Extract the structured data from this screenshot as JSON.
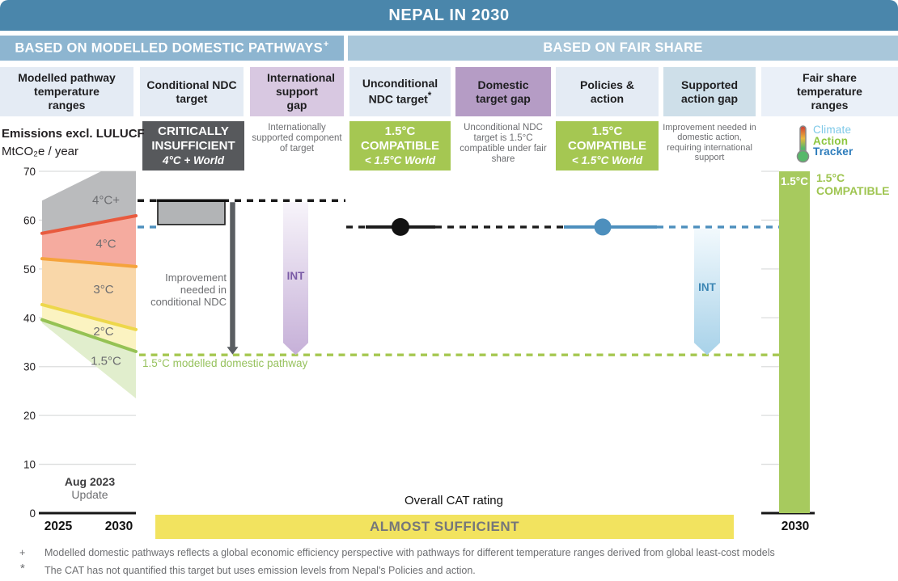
{
  "title": "NEPAL IN 2030",
  "sections": {
    "left": "BASED ON MODELLED DOMESTIC PATHWAYS",
    "left_sup": "+",
    "right": "BASED ON FAIR SHARE"
  },
  "columns": [
    {
      "label": "Modelled pathway temperature ranges"
    },
    {
      "label": "Conditional NDC target"
    },
    {
      "label": "International support gap"
    },
    {
      "label": "Unconditional NDC target",
      "sup": "*"
    },
    {
      "label": "Domestic target gap"
    },
    {
      "label": "Policies & action"
    },
    {
      "label": "Supported action gap"
    },
    {
      "label": "Fair share temperature ranges"
    }
  ],
  "ratings": {
    "conditional_ndc": {
      "rating": "CRITICALLY INSUFFICIENT",
      "world": "4°C + World"
    },
    "international_support_gap_note": "Internationally supported component of target",
    "unconditional_ndc": {
      "rating": "1.5°C COMPATIBLE",
      "world": "< 1.5°C World"
    },
    "domestic_target_gap_note": "Unconditional NDC target is 1.5°C compatible under fair share",
    "policies_action": {
      "rating": "1.5°C COMPATIBLE",
      "world": "< 1.5°C World"
    },
    "supported_action_gap_note": "Improvement needed in domestic action, requiring international support"
  },
  "colors": {
    "critically_insufficient": "#57595c",
    "compatible_15C": "#a5c752",
    "almost_sufficient_bar": "#f2e35f",
    "header_blue": "#4a86ab"
  },
  "axis": {
    "emissions_label": "Emissions excl. LULUCF",
    "unit": "MtCO₂e / year",
    "x_left_start": "2025",
    "x_left_end": "2030",
    "x_right": "2030",
    "update_line1": "Aug 2023",
    "update_line2": "Update"
  },
  "overall": {
    "label": "Overall CAT rating",
    "rating": "ALMOST SUFFICIENT"
  },
  "logo": {
    "line1": "Climate",
    "line2": "Action",
    "line3": "Tracker"
  },
  "footnotes": [
    {
      "symbol": "+",
      "text": "Modelled domestic pathways reflects a global economic efficiency perspective with pathways for different temperature ranges derived from global least-cost models"
    },
    {
      "symbol": "*",
      "text": "The CAT has not quantified this target but uses emission levels from Nepal's Policies and action."
    }
  ],
  "chart_data": {
    "type": "area",
    "title": "Nepal in 2030 — emissions levels and targets",
    "ylabel": "MtCO₂e / year",
    "ylim": [
      0,
      70
    ],
    "yticks": [
      0,
      10,
      20,
      30,
      40,
      50,
      60,
      70
    ],
    "x_range_years": [
      "2025",
      "2030"
    ],
    "bands": [
      {
        "label": "4°C+",
        "fill": "#babbbd",
        "points_tv": [
          [
            0,
            64
          ],
          [
            0.63,
            70
          ],
          [
            1,
            70
          ],
          [
            1,
            60.9
          ],
          [
            0,
            57.3
          ]
        ]
      },
      {
        "label": "4°C",
        "fill": "#f5ab9f",
        "line_color": "#e85a3e",
        "points_tv": [
          [
            0,
            57.3
          ],
          [
            1,
            60.9
          ],
          [
            1,
            50.5
          ],
          [
            0,
            52.1
          ]
        ]
      },
      {
        "label": "3°C",
        "fill": "#f9d7a9",
        "line_color": "#f5a33c",
        "points_tv": [
          [
            0,
            52.1
          ],
          [
            1,
            50.5
          ],
          [
            1,
            37.6
          ],
          [
            0,
            42.7
          ]
        ]
      },
      {
        "label": "2°C",
        "fill": "#fbf3c1",
        "line_color": "#edd74b",
        "points_tv": [
          [
            0,
            42.7
          ],
          [
            1,
            37.6
          ],
          [
            1,
            33.1
          ],
          [
            0,
            39.6
          ]
        ]
      },
      {
        "label": "1.5°C",
        "fill": "#e1eecd",
        "line_color": "#95c254",
        "points_tv": [
          [
            0,
            39.6
          ],
          [
            1,
            33.1
          ],
          [
            1,
            23.5
          ],
          [
            0,
            38.9
          ]
        ]
      }
    ],
    "band_labels": [
      {
        "text": "4°C+",
        "x": 131,
        "value": 64.1
      },
      {
        "text": "4°C",
        "x": 131,
        "value": 55.2
      },
      {
        "text": "3°C",
        "x": 128,
        "value": 45.8
      },
      {
        "text": "2°C",
        "x": 128,
        "value": 37.2
      },
      {
        "text": "1.5°C",
        "x": 131,
        "value": 31.2
      }
    ],
    "levels": {
      "conditional_ndc_upper": 64,
      "ndc_and_policies_level": 58.6,
      "modelled_15C_pathway": 32.4
    },
    "conditional_ndc_box": {
      "value_top": 64,
      "value_bottom": 59.1
    },
    "markers": [
      {
        "name": "unconditional-ndc-target-marker",
        "x": 495,
        "value": 58.6,
        "color": "#121212",
        "radius": 11
      },
      {
        "name": "policies-and-action-marker",
        "x": 745,
        "value": 58.6,
        "color": "#4d8fbd",
        "radius": 10.5
      }
    ],
    "fair_share_bar": {
      "label": "1.5°C",
      "top_value": 70,
      "bottom_value": 0,
      "color": "#a7ca5e"
    },
    "annotations": {
      "improvement_conditional": "Improvement needed in conditional NDC",
      "pathway_line": "1.5°C modelled domestic pathway",
      "int_label": "INT",
      "fair_share_compatible": "1.5°C COMPATIBLE"
    }
  }
}
